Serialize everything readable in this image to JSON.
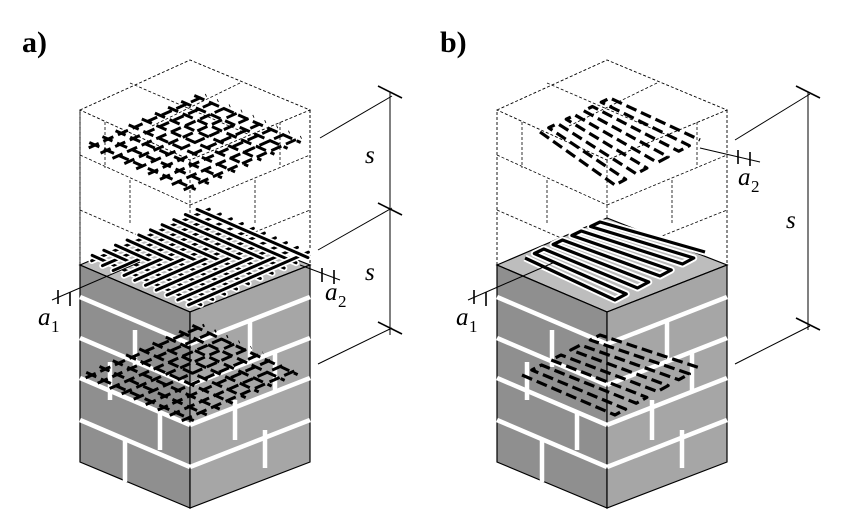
{
  "figure": {
    "panel_a": {
      "label": "a)"
    },
    "panel_b": {
      "label": "b)"
    },
    "dimensions": {
      "spacing": "s",
      "a1_symbol": "a",
      "a1_index": "1",
      "a2_symbol": "a",
      "a2_index": "2"
    },
    "colors": {
      "brick_top": "#bdbdbd",
      "brick_front": "#8f8f8f",
      "brick_side": "#a6a6a6",
      "line": "#000000",
      "background": "#ffffff"
    }
  }
}
